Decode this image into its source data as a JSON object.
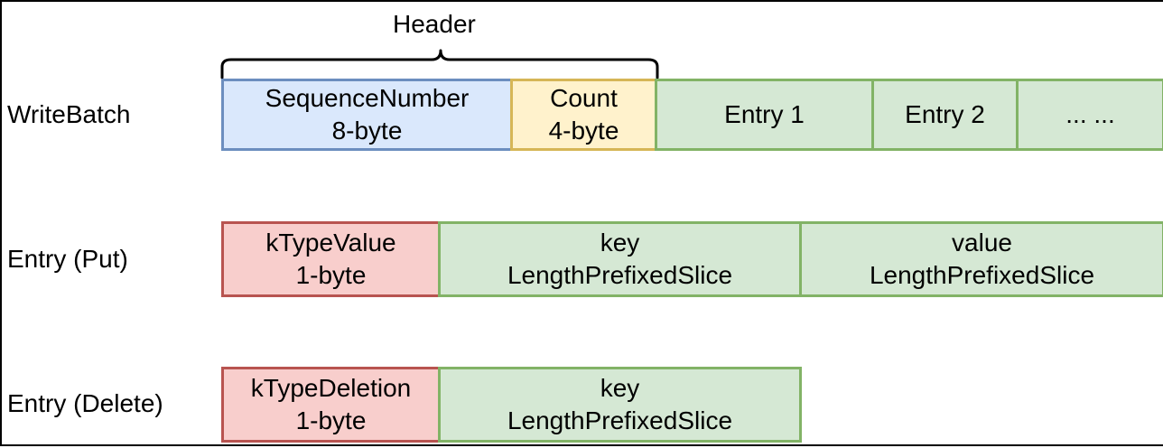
{
  "header": {
    "label": "Header"
  },
  "rows": {
    "writebatch": {
      "label": "WriteBatch",
      "sequence": {
        "line1": "SequenceNumber",
        "line2": "8-byte"
      },
      "count": {
        "line1": "Count",
        "line2": "4-byte"
      },
      "entry1": "Entry 1",
      "entry2": "Entry 2",
      "more": "... ..."
    },
    "put": {
      "label": "Entry (Put)",
      "type": {
        "line1": "kTypeValue",
        "line2": "1-byte"
      },
      "key": {
        "line1": "key",
        "line2": "LengthPrefixedSlice"
      },
      "value": {
        "line1": "value",
        "line2": "LengthPrefixedSlice"
      }
    },
    "delete": {
      "label": "Entry (Delete)",
      "type": {
        "line1": "kTypeDeletion",
        "line2": "1-byte"
      },
      "key": {
        "line1": "key",
        "line2": "LengthPrefixedSlice"
      }
    }
  },
  "colors": {
    "blue_fill": "#dae8fc",
    "blue_stroke": "#6c8ebf",
    "yellow_fill": "#fff2cc",
    "yellow_stroke": "#d6b656",
    "green_fill": "#d5e8d4",
    "green_stroke": "#82b366",
    "red_fill": "#f8cecc",
    "red_stroke": "#b85450"
  }
}
